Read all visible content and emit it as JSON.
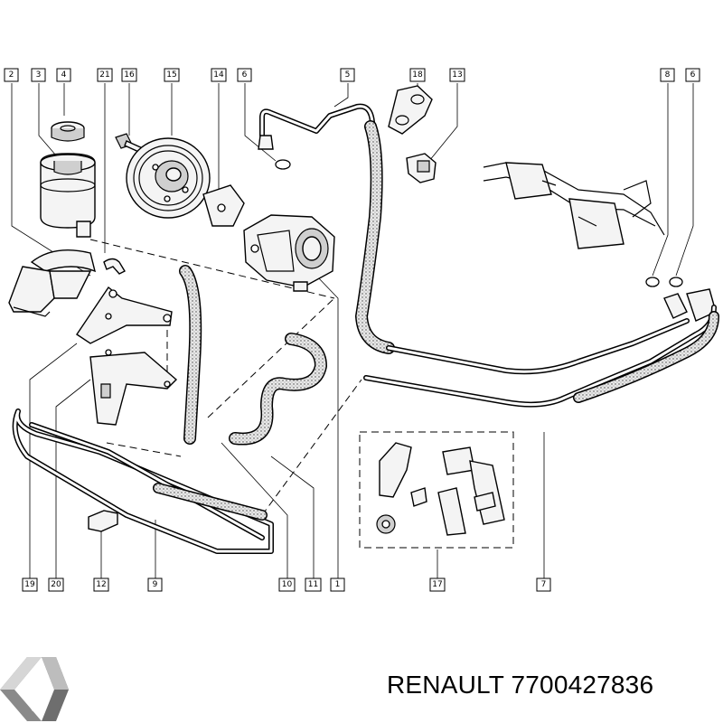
{
  "footer": {
    "brand": "RENAULT",
    "part_number": "7700427836"
  },
  "callouts": [
    {
      "id": "c2",
      "label": "2"
    },
    {
      "id": "c3",
      "label": "3"
    },
    {
      "id": "c4",
      "label": "4"
    },
    {
      "id": "c21",
      "label": "21"
    },
    {
      "id": "c16",
      "label": "16"
    },
    {
      "id": "c15",
      "label": "15"
    },
    {
      "id": "c14",
      "label": "14"
    },
    {
      "id": "c6a",
      "label": "6"
    },
    {
      "id": "c5",
      "label": "5"
    },
    {
      "id": "c18",
      "label": "18"
    },
    {
      "id": "c13",
      "label": "13"
    },
    {
      "id": "c8",
      "label": "8"
    },
    {
      "id": "c6b",
      "label": "6"
    },
    {
      "id": "c19",
      "label": "19"
    },
    {
      "id": "c20",
      "label": "20"
    },
    {
      "id": "c12",
      "label": "12"
    },
    {
      "id": "c9",
      "label": "9"
    },
    {
      "id": "c10",
      "label": "10"
    },
    {
      "id": "c11",
      "label": "11"
    },
    {
      "id": "c1",
      "label": "1"
    },
    {
      "id": "c17",
      "label": "17"
    },
    {
      "id": "c7",
      "label": "7"
    }
  ],
  "colors": {
    "line": "#000000",
    "hose_fill": "#d9d9d9",
    "background": "#ffffff",
    "logo_light": "#d6d6d6",
    "logo_dark": "#8a8a8a"
  },
  "icons": {
    "logo": "renault-diamond-logo"
  }
}
